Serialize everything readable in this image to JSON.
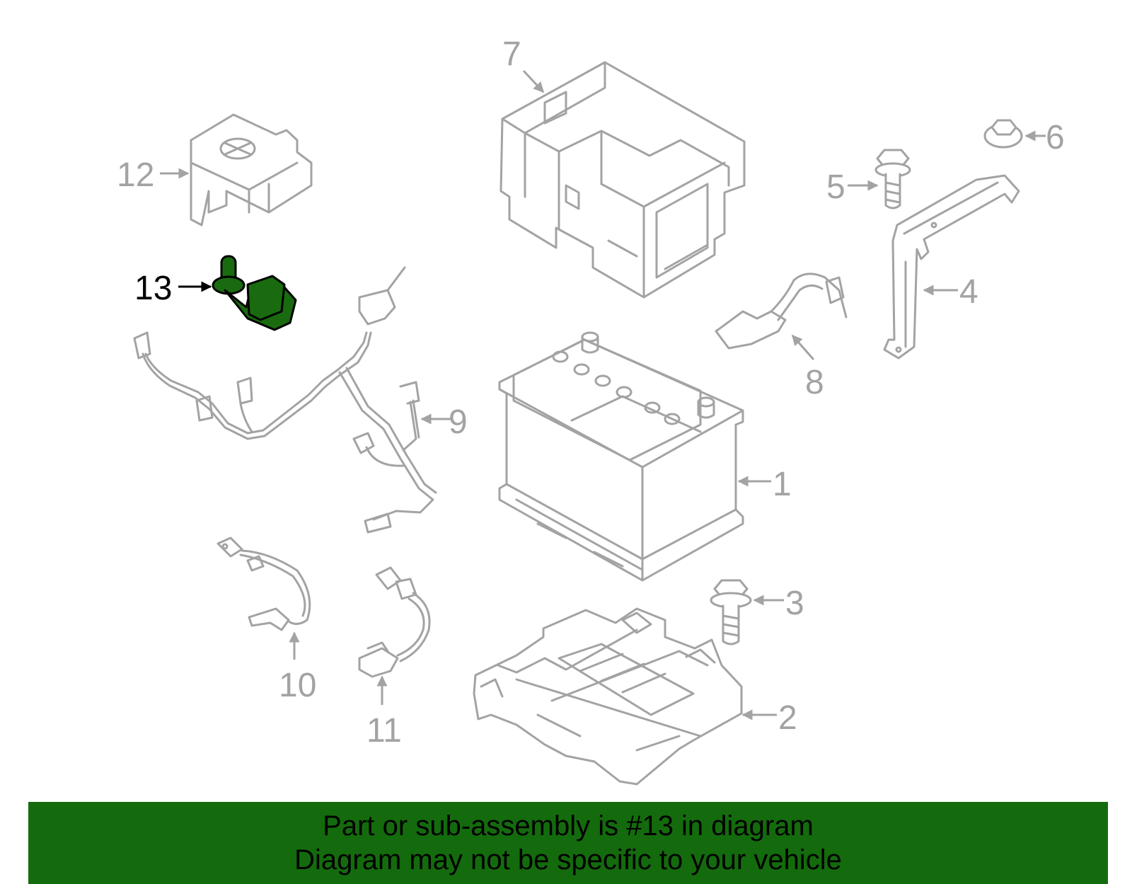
{
  "callouts": {
    "c1": "1",
    "c2": "2",
    "c3": "3",
    "c4": "4",
    "c5": "5",
    "c6": "6",
    "c7": "7",
    "c8": "8",
    "c9": "9",
    "c10": "10",
    "c11": "11",
    "c12": "12",
    "c13": "13"
  },
  "banner": {
    "line1": "Part or sub-assembly is #13 in diagram",
    "line2": "Diagram may not be specific to your vehicle"
  },
  "colors": {
    "part_outline": "#a3a3a3",
    "highlight_fill": "#1a6b10",
    "banner_background": "#146b0d",
    "banner_text": "#000000"
  }
}
